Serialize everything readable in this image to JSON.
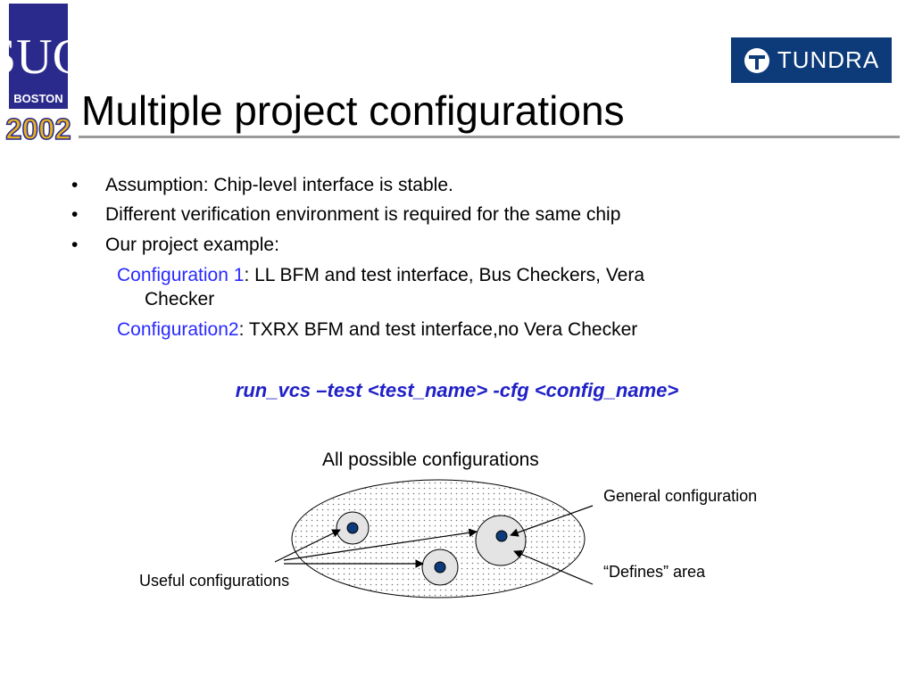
{
  "logos": {
    "left_text_top": "SUG",
    "left_text_mid": "BOSTON",
    "left_text_year": "2002",
    "right_text": "TUNDRA"
  },
  "title": "Multiple project configurations",
  "bullets": [
    {
      "marker": "•",
      "text": "Assumption: Chip-level interface is stable."
    },
    {
      "marker": "•",
      "text": "Different verification environment is required for the same chip"
    },
    {
      "marker": "•",
      "text": "Our project example:"
    }
  ],
  "configs": [
    {
      "name": "Configuration 1",
      "desc_line1": ": LL BFM and test interface, Bus Checkers, Vera",
      "desc_line2": "Checker"
    },
    {
      "name": "Configuration2",
      "desc_line1": ": TXRX BFM and test interface,no Vera Checker"
    }
  ],
  "command": "run_vcs –test <test_name> -cfg <config_name>",
  "diagram": {
    "all_label": "All possible configurations",
    "general_label": "General configuration",
    "defines_label": "“Defines” area",
    "useful_label": "Useful configurations"
  },
  "colors": {
    "accent_blue": "#2a2aff",
    "command_blue": "#2020c8",
    "logo_navy": "#0d3b7a",
    "logo_gold": "#e8b21e",
    "dot_fill": "#0d3b7a"
  }
}
